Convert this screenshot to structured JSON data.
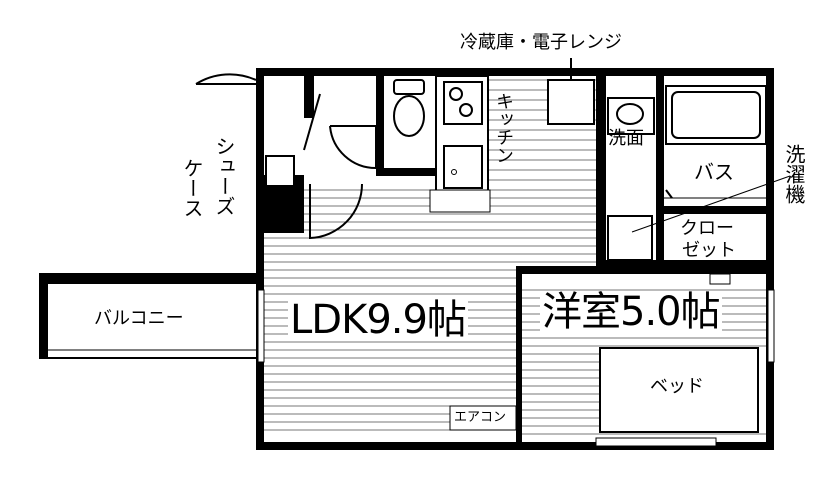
{
  "labels": {
    "fridge_microwave": "冷蔵庫・電子レンジ",
    "kitchen": "キッチン",
    "washbasin": "洗面",
    "bath": "バス",
    "washing_machine": "洗濯機",
    "closet_line1": "クロー",
    "closet_line2": "ゼット",
    "shoe_case_line1": "シューズ",
    "shoe_case_line2": "ケース",
    "balcony": "バルコニー",
    "ldk": "LDK9.9帖",
    "western_room": "洋室5.0帖",
    "bed": "ベッド",
    "aircon": "エアコン"
  }
}
